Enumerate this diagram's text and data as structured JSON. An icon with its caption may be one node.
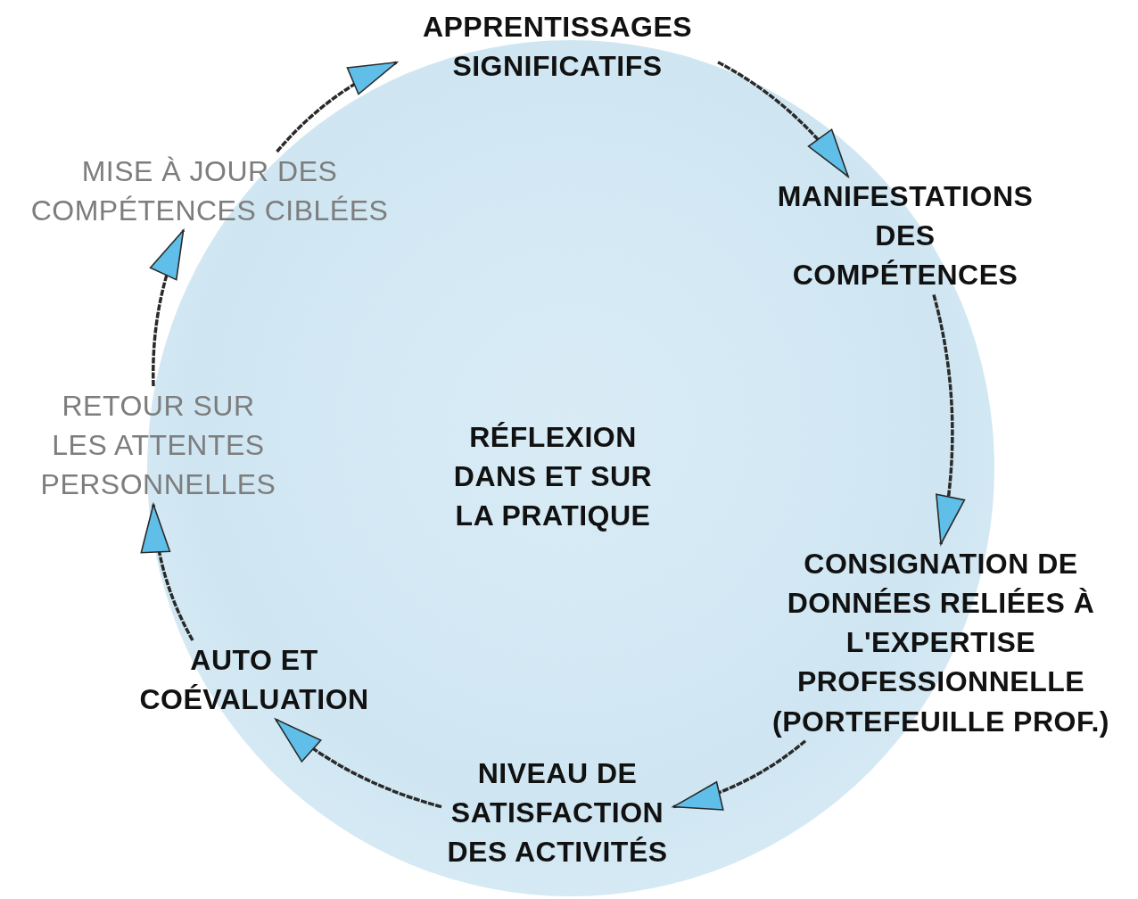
{
  "diagram": {
    "nodes": [
      {
        "text": [
          "RÉFLEXION DANS ET SUR LA PRATIQUE"
        ]
      },
      {
        "text": [
          "APPRENTISSAGES SIGNIFICATIFS"
        ]
      },
      {
        "text": [
          "MANIFESTATIONS DES COMPÉTENCES"
        ]
      },
      {
        "text": [
          "CONSIGNATION DE DONNÉES RELIÉES À L'EXPERTISE PROFESSIONNELLE (PORTEFEUILLE PROF.)"
        ]
      },
      {
        "text": [
          "NIVEAU DE SATISFACTION DES ACTIVITÉS"
        ]
      },
      {
        "text": [
          "AUTO ET COÉVALUATION"
        ]
      },
      {
        "text": [
          "RETOUR SUR LES ATTENTES PERSONNELLES"
        ]
      },
      {
        "text": [
          "MISE À JOUR DES COMPÉTENCES CIBLÉES"
        ]
      }
    ],
    "edges": [
      {
        "from": 1,
        "to": 2,
        "arrow": "to"
      },
      {
        "from": 2,
        "to": 3,
        "arrow": "to"
      },
      {
        "from": 3,
        "to": 4,
        "arrow": "to"
      },
      {
        "from": 4,
        "to": 5,
        "arrow": "to"
      },
      {
        "from": 5,
        "to": 6,
        "arrow": "to"
      },
      {
        "from": 6,
        "to": 7,
        "arrow": "to"
      },
      {
        "from": 7,
        "to": 1,
        "arrow": "to"
      }
    ]
  }
}
